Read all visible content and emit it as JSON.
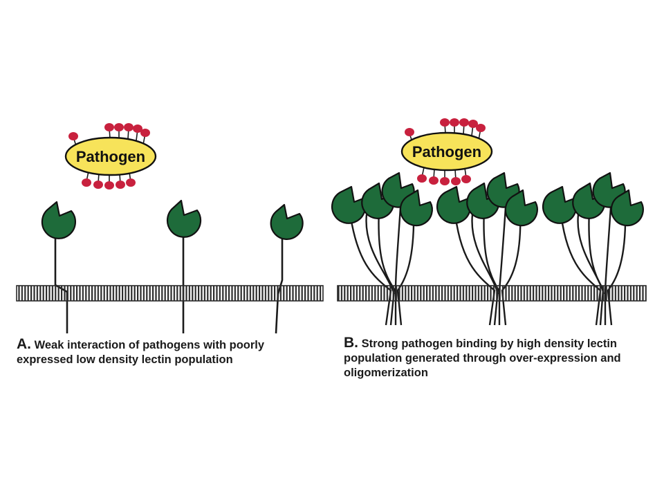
{
  "pathogen_label": "Pathogen",
  "panel_a": {
    "letter": "A.",
    "caption": "Weak interaction of pathogens with poorly expressed low density lectin population"
  },
  "panel_b": {
    "letter": "B.",
    "caption": "Strong pathogen binding by high density lectin population generated through over-expression and oligomerization"
  },
  "colors": {
    "lectin": "#1e6b3a",
    "pathogen_fill": "#f7e35a",
    "carbohydrate": "#c8213e",
    "membrane": "#2a2a2a"
  }
}
